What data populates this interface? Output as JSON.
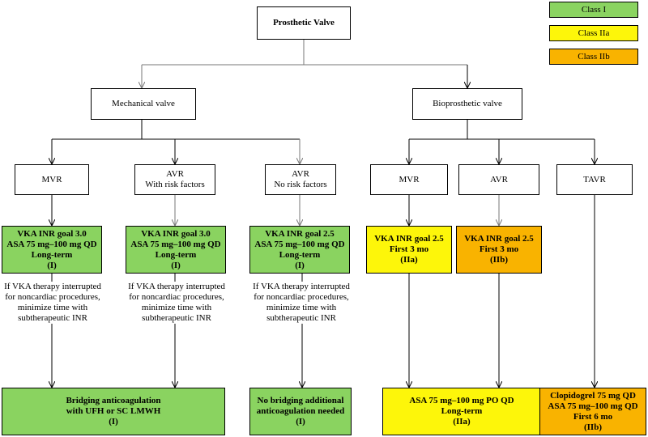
{
  "legend": [
    {
      "label": "Class I",
      "color": "#8ad360"
    },
    {
      "label": "Class IIa",
      "color": "#fdf60a"
    },
    {
      "label": "Class IIb",
      "color": "#f9b300"
    }
  ],
  "root": "Prosthetic Valve",
  "mechanical": "Mechanical valve",
  "bioprosthetic": "Bioprosthetic valve",
  "mech_mvr": {
    "lines": [
      "MVR"
    ]
  },
  "mech_avr_risk": {
    "lines": [
      "AVR",
      "With risk factors"
    ]
  },
  "mech_avr_norisk": {
    "lines": [
      "AVR",
      "No risk factors"
    ]
  },
  "bio_mvr": {
    "lines": [
      "MVR"
    ]
  },
  "bio_avr": {
    "lines": [
      "AVR"
    ]
  },
  "bio_tavr": {
    "lines": [
      "TAVR"
    ]
  },
  "rec_mech_mvr": [
    "VKA INR goal 3.0",
    "ASA 75 mg–100 mg QD",
    "Long-term",
    "(I)"
  ],
  "rec_mech_avr_risk": [
    "VKA INR goal 3.0",
    "ASA 75 mg–100 mg QD",
    "Long-term",
    "(I)"
  ],
  "rec_mech_avr_norisk": [
    "VKA INR goal 2.5",
    "ASA 75 mg–100 mg QD",
    "Long-term",
    "(I)"
  ],
  "rec_bio_mvr": [
    "VKA INR goal 2.5",
    "First 3 mo",
    "(IIa)"
  ],
  "rec_bio_avr": [
    "VKA INR goal 2.5",
    "First 3 mo",
    "(IIb)"
  ],
  "note": [
    "If VKA therapy interrupted",
    "for noncardiac procedures,",
    "minimize time with",
    "subtherapeutic INR"
  ],
  "bridging": [
    "Bridging anticoagulation",
    "with UFH or SC LMWH",
    "(I)"
  ],
  "no_bridging": [
    "No bridging additional",
    "anticoagulation needed",
    "(I)"
  ],
  "asa_bio": [
    "ASA 75 mg–100 mg PO QD",
    "Long-term",
    "(IIa)"
  ],
  "tavr_final": [
    "Clopidogrel 75 mg QD",
    "ASA 75 mg–100 mg QD",
    "First 6 mo",
    "(IIb)"
  ]
}
